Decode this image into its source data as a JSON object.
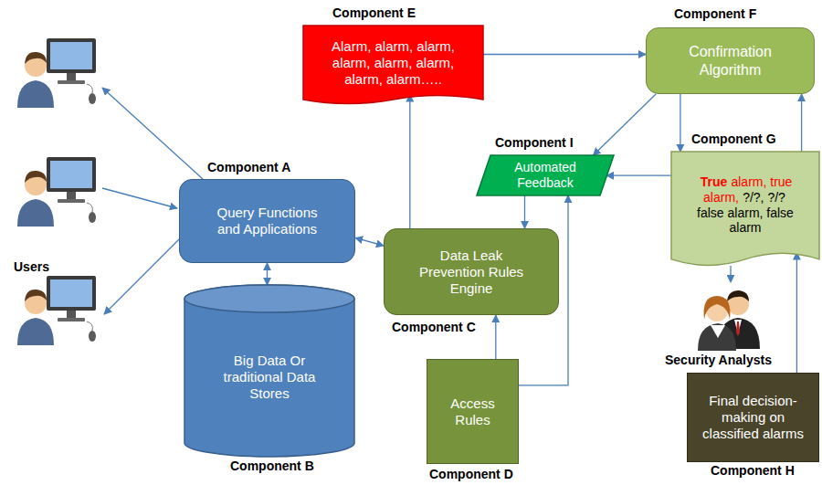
{
  "diagram": {
    "nodes": [
      {
        "text": [
          "Component E",
          "Alarm, alarm, alarm, alarm, alarm, alarm, alarm, alarm….."
        ]
      },
      {
        "text": [
          "Component F",
          "Confirmation Algorithm"
        ]
      },
      {
        "text": [
          "Component A",
          "Query Functions and Applications"
        ]
      },
      {
        "text": [
          "Component I",
          "Automated Feedback"
        ]
      },
      {
        "text": [
          "Component G",
          "True",
          "alarm, true alarm,",
          "?/?, ?/?",
          "false alarm, false alarm"
        ]
      },
      {
        "text": [
          "Data Leak Prevention Rules Engine",
          "Component C"
        ]
      },
      {
        "text": [
          "Big Data Or traditional Data Stores",
          "Component B"
        ]
      },
      {
        "text": [
          "Access Rules",
          "Component D"
        ]
      },
      {
        "text": [
          "Final decision-making on classified alarms",
          "Component H"
        ]
      }
    ],
    "edges": [
      {
        "from": 0,
        "to": 1,
        "arrow": "to"
      },
      {
        "from": 1,
        "to": 4,
        "arrow": "to"
      },
      {
        "from": 1,
        "to": 3,
        "arrow": "to"
      },
      {
        "from": 4,
        "to": 3,
        "arrow": "to"
      },
      {
        "from": 4,
        "to": 1,
        "arrow": "to"
      },
      {
        "from": 3,
        "to": 5,
        "arrow": "to"
      },
      {
        "from": 5,
        "to": 0,
        "arrow": "to"
      },
      {
        "from": 2,
        "to": 5,
        "arrow": "both"
      },
      {
        "from": 2,
        "to": 6,
        "arrow": "both"
      },
      {
        "from": 7,
        "to": 5,
        "arrow": "to"
      },
      {
        "from": 7,
        "to": 3,
        "arrow": "to"
      },
      {
        "from": 8,
        "to": 4,
        "arrow": "to"
      }
    ],
    "labels": [
      "Users",
      "Security Analysts"
    ]
  }
}
